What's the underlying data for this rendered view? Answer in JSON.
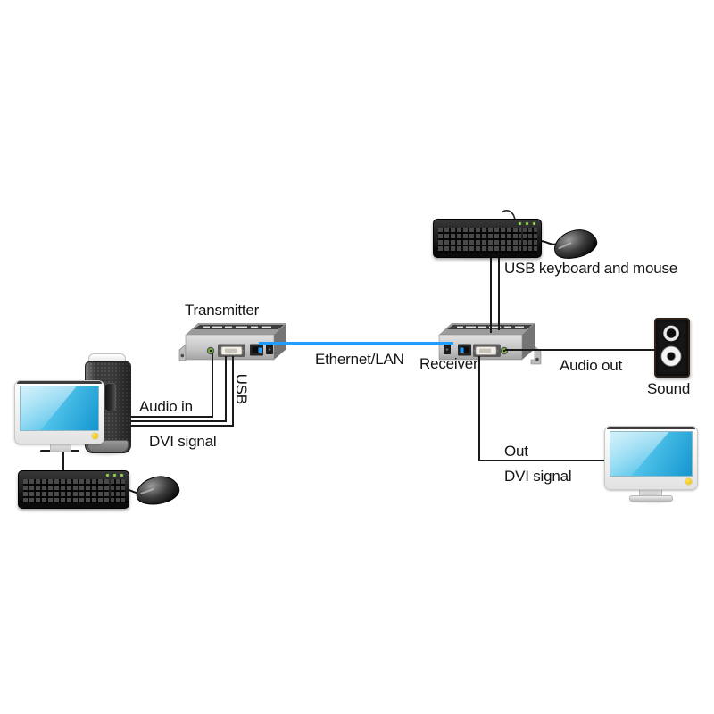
{
  "labels": {
    "transmitter": "Transmitter",
    "receiver": "Receiver",
    "ethernet": "Ethernet/LAN",
    "usb_kb_mouse": "USB keyboard and mouse",
    "audio_out": "Audio out",
    "sound": "Sound",
    "out": "Out",
    "dvi_signal_out": "DVI signal",
    "audio_in": "Audio in",
    "usb": "USB",
    "dvi_signal_in": "DVI signal"
  },
  "colors": {
    "ethernet_cable": "#1e9fff",
    "signal_line": "#1a1a1a",
    "audio_jack_green": "#7cb342",
    "screen_blue": "#4fc2ea",
    "power_led_yellow": "#f2b800",
    "device_gray": "#c0c0c0"
  },
  "nodes": [
    {
      "name": "source-computer",
      "parts": [
        "tower-pc",
        "monitor",
        "keyboard",
        "mouse"
      ]
    },
    {
      "name": "transmitter-extender",
      "label": "Transmitter"
    },
    {
      "name": "receiver-extender",
      "label": "Receiver"
    },
    {
      "name": "usb-keyboard-and-mouse",
      "label": "USB keyboard and mouse"
    },
    {
      "name": "speaker",
      "label": "Sound"
    },
    {
      "name": "output-display",
      "label": "DVI signal"
    }
  ],
  "connections": [
    {
      "from": "source-computer",
      "to": "transmitter-extender",
      "label": "Audio in"
    },
    {
      "from": "source-computer",
      "to": "transmitter-extender",
      "label": "USB"
    },
    {
      "from": "source-computer",
      "to": "transmitter-extender",
      "label": "DVI signal"
    },
    {
      "from": "transmitter-extender",
      "to": "receiver-extender",
      "label": "Ethernet/LAN"
    },
    {
      "from": "usb-keyboard-and-mouse",
      "to": "receiver-extender",
      "label": ""
    },
    {
      "from": "receiver-extender",
      "to": "speaker",
      "label": "Audio out"
    },
    {
      "from": "receiver-extender",
      "to": "output-display",
      "label": "Out DVI signal"
    }
  ]
}
